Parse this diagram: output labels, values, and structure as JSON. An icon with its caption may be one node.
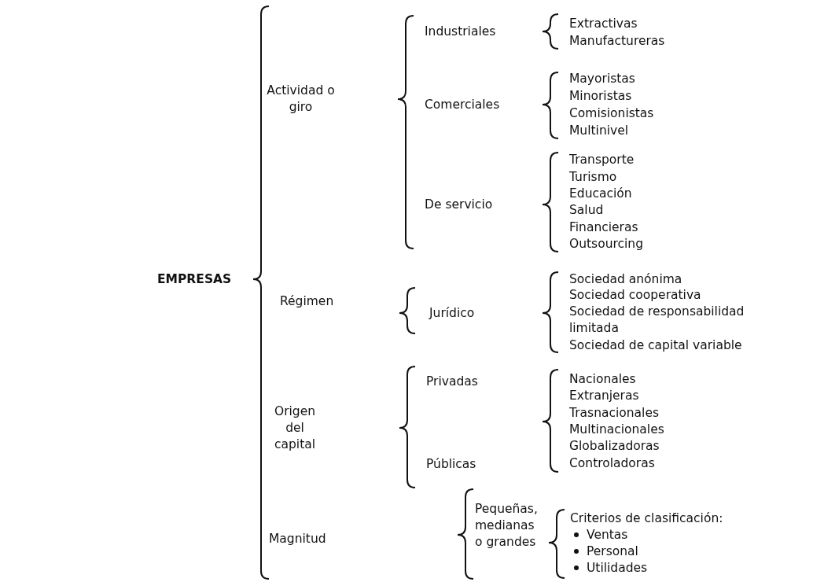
{
  "diagram": {
    "labels": [
      "EMPRESAS",
      "Actividad o giro",
      "Industriales",
      "Extractivas",
      "Manufactureras",
      "Comerciales",
      "Mayoristas",
      "Minoristas",
      "Comisionistas",
      "Multinivel",
      "De servicio",
      "Transporte",
      "Turismo",
      "Educación",
      "Salud",
      "Financieras",
      "Outsourcing",
      "Régimen",
      "Jurídico",
      "Sociedad anónima",
      "Sociedad cooperativa",
      "Sociedad de responsabilidad limitada",
      "Sociedad de capital variable",
      "Origen del capital",
      "Privadas",
      "Públicas",
      "Nacionales",
      "Extranjeras",
      "Trasnacionales",
      "Multinacionales",
      "Globalizadoras",
      "Controladoras",
      "Magnitud",
      "Pequeñas, medianas o grandes",
      "Criterios de clasificación:",
      "Ventas",
      "Personal",
      "Utilidades"
    ]
  }
}
